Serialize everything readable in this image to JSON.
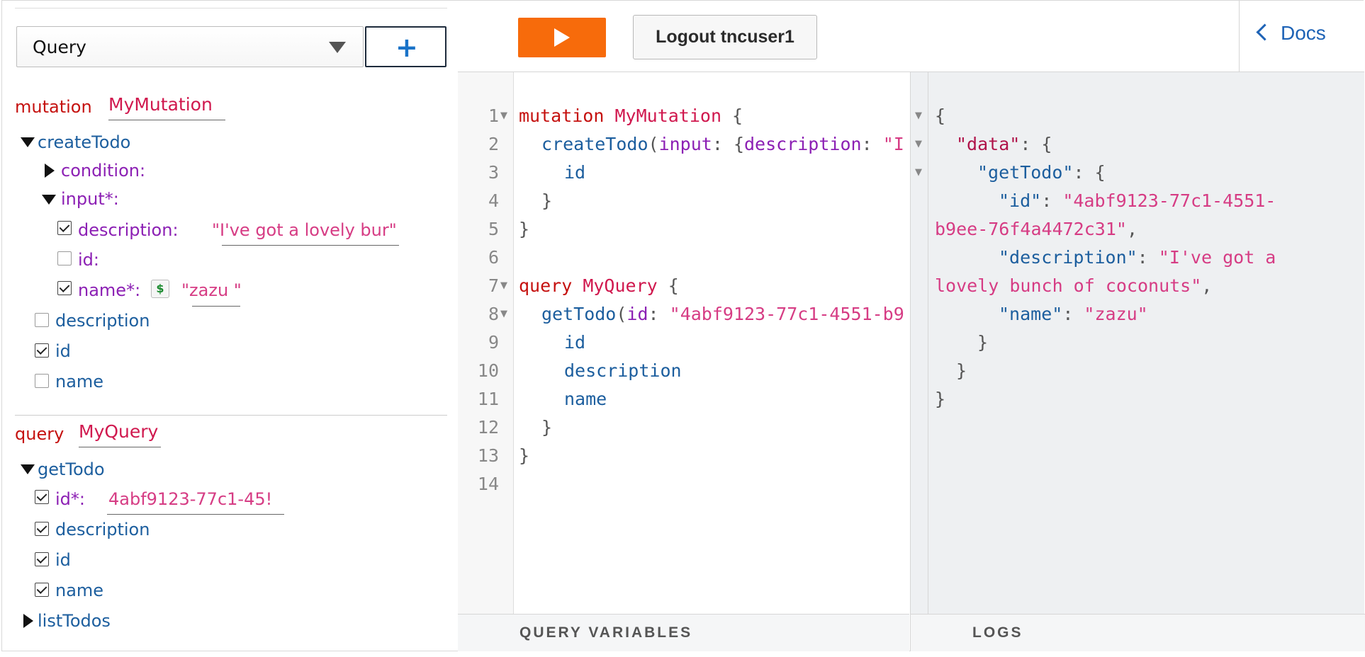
{
  "explorer": {
    "operation_select": "Query",
    "add_button": "+",
    "mutation": {
      "keyword": "mutation",
      "name": "MyMutation",
      "field": "createTodo",
      "condition_label": "condition:",
      "input_label": "input*:",
      "input_fields": {
        "description_label": "description:",
        "description_value": "I've got a lovely bur",
        "id_label": "id:",
        "name_label": "name*:",
        "name_value": "zazu ",
        "dollar": "$"
      },
      "result_fields": [
        "description",
        "id",
        "name"
      ]
    },
    "query": {
      "keyword": "query",
      "name": "MyQuery",
      "field": "getTodo",
      "id_label": "id*:",
      "id_value": "4abf9123-77c1-45!",
      "result_fields": [
        "description",
        "id",
        "name"
      ],
      "other_field": "listTodos"
    }
  },
  "toolbar": {
    "logout_label": "Logout tncuser1",
    "docs_label": "Docs"
  },
  "editor": {
    "line_numbers": [
      "1",
      "2",
      "3",
      "4",
      "5",
      "6",
      "7",
      "8",
      "9",
      "10",
      "11",
      "12",
      "13",
      "14"
    ],
    "l1_kw": "mutation",
    "l1_name": "MyMutation",
    "l1_brace": " {",
    "l2_field": "createTodo",
    "l2_p1": "(",
    "l2_arg": "input",
    "l2_p2": ": {",
    "l2_arg2": "description",
    "l2_p3": ": ",
    "l2_str": "\"I",
    "l3": "id",
    "l4": "}",
    "l5": "}",
    "l7_kw": "query",
    "l7_name": "MyQuery",
    "l7_brace": " {",
    "l8_field": "getTodo",
    "l8_p1": "(",
    "l8_arg": "id",
    "l8_p2": ": ",
    "l8_str": "\"4abf9123-77c1-4551-b9",
    "l9": "id",
    "l10": "description",
    "l11": "name",
    "l12": "}",
    "l13": "}"
  },
  "result": {
    "open_brace": "{",
    "data_key": "\"data\"",
    "gettodo_key": "\"getTodo\"",
    "colon_brace": ": {",
    "id_key": "\"id\"",
    "id_val_1": "\"4abf9123-77c1-4551-",
    "id_val_2": "b9ee-76f4a4472c31\"",
    "comma": ",",
    "desc_key": "\"description\"",
    "desc_val_1": "\"I've got a",
    "desc_val_2": "lovely bunch of coconuts\"",
    "name_key": "\"name\"",
    "name_val": "\"zazu\"",
    "colon": ": ",
    "close_brace": "}"
  },
  "bottom": {
    "query_variables": "QUERY VARIABLES",
    "logs": "LOGS"
  }
}
